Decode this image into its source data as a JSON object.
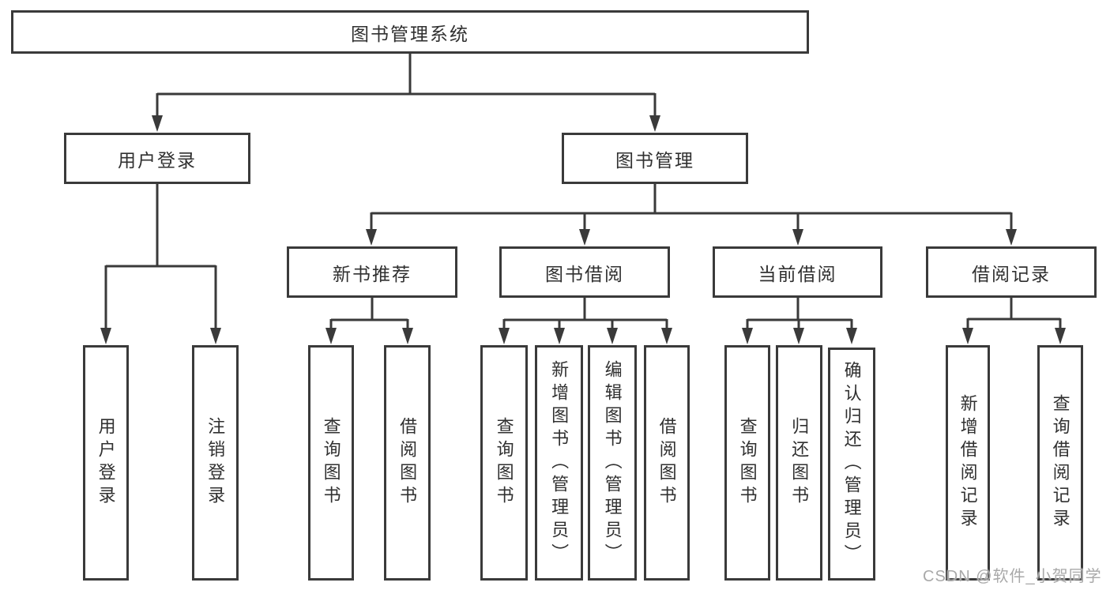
{
  "colors": {
    "line": "#3a3a3a",
    "text": "#303030",
    "box_background": "#ffffff",
    "page_background": "#ffffff",
    "watermark": "#a9a9a9"
  },
  "tree": {
    "root": {
      "label": "图书管理系统"
    },
    "children": [
      {
        "label": "用户登录",
        "children": [
          {
            "label": "用户登录"
          },
          {
            "label": "注销登录"
          }
        ]
      },
      {
        "label": "图书管理",
        "children": [
          {
            "label": "新书推荐",
            "children": [
              {
                "label": "查询图书"
              },
              {
                "label": "借阅图书"
              }
            ]
          },
          {
            "label": "图书借阅",
            "children": [
              {
                "label": "查询图书"
              },
              {
                "label": "新增图书（管理员）"
              },
              {
                "label": "编辑图书（管理员）"
              },
              {
                "label": "借阅图书"
              }
            ]
          },
          {
            "label": "当前借阅",
            "children": [
              {
                "label": "查询图书"
              },
              {
                "label": "归还图书"
              },
              {
                "label": "确认归还（管理员）"
              }
            ]
          },
          {
            "label": "借阅记录",
            "children": [
              {
                "label": "新增借阅记录"
              },
              {
                "label": "查询借阅记录"
              }
            ]
          }
        ]
      }
    ]
  },
  "watermark": {
    "text": "CSDN @软件_小贺同学"
  }
}
